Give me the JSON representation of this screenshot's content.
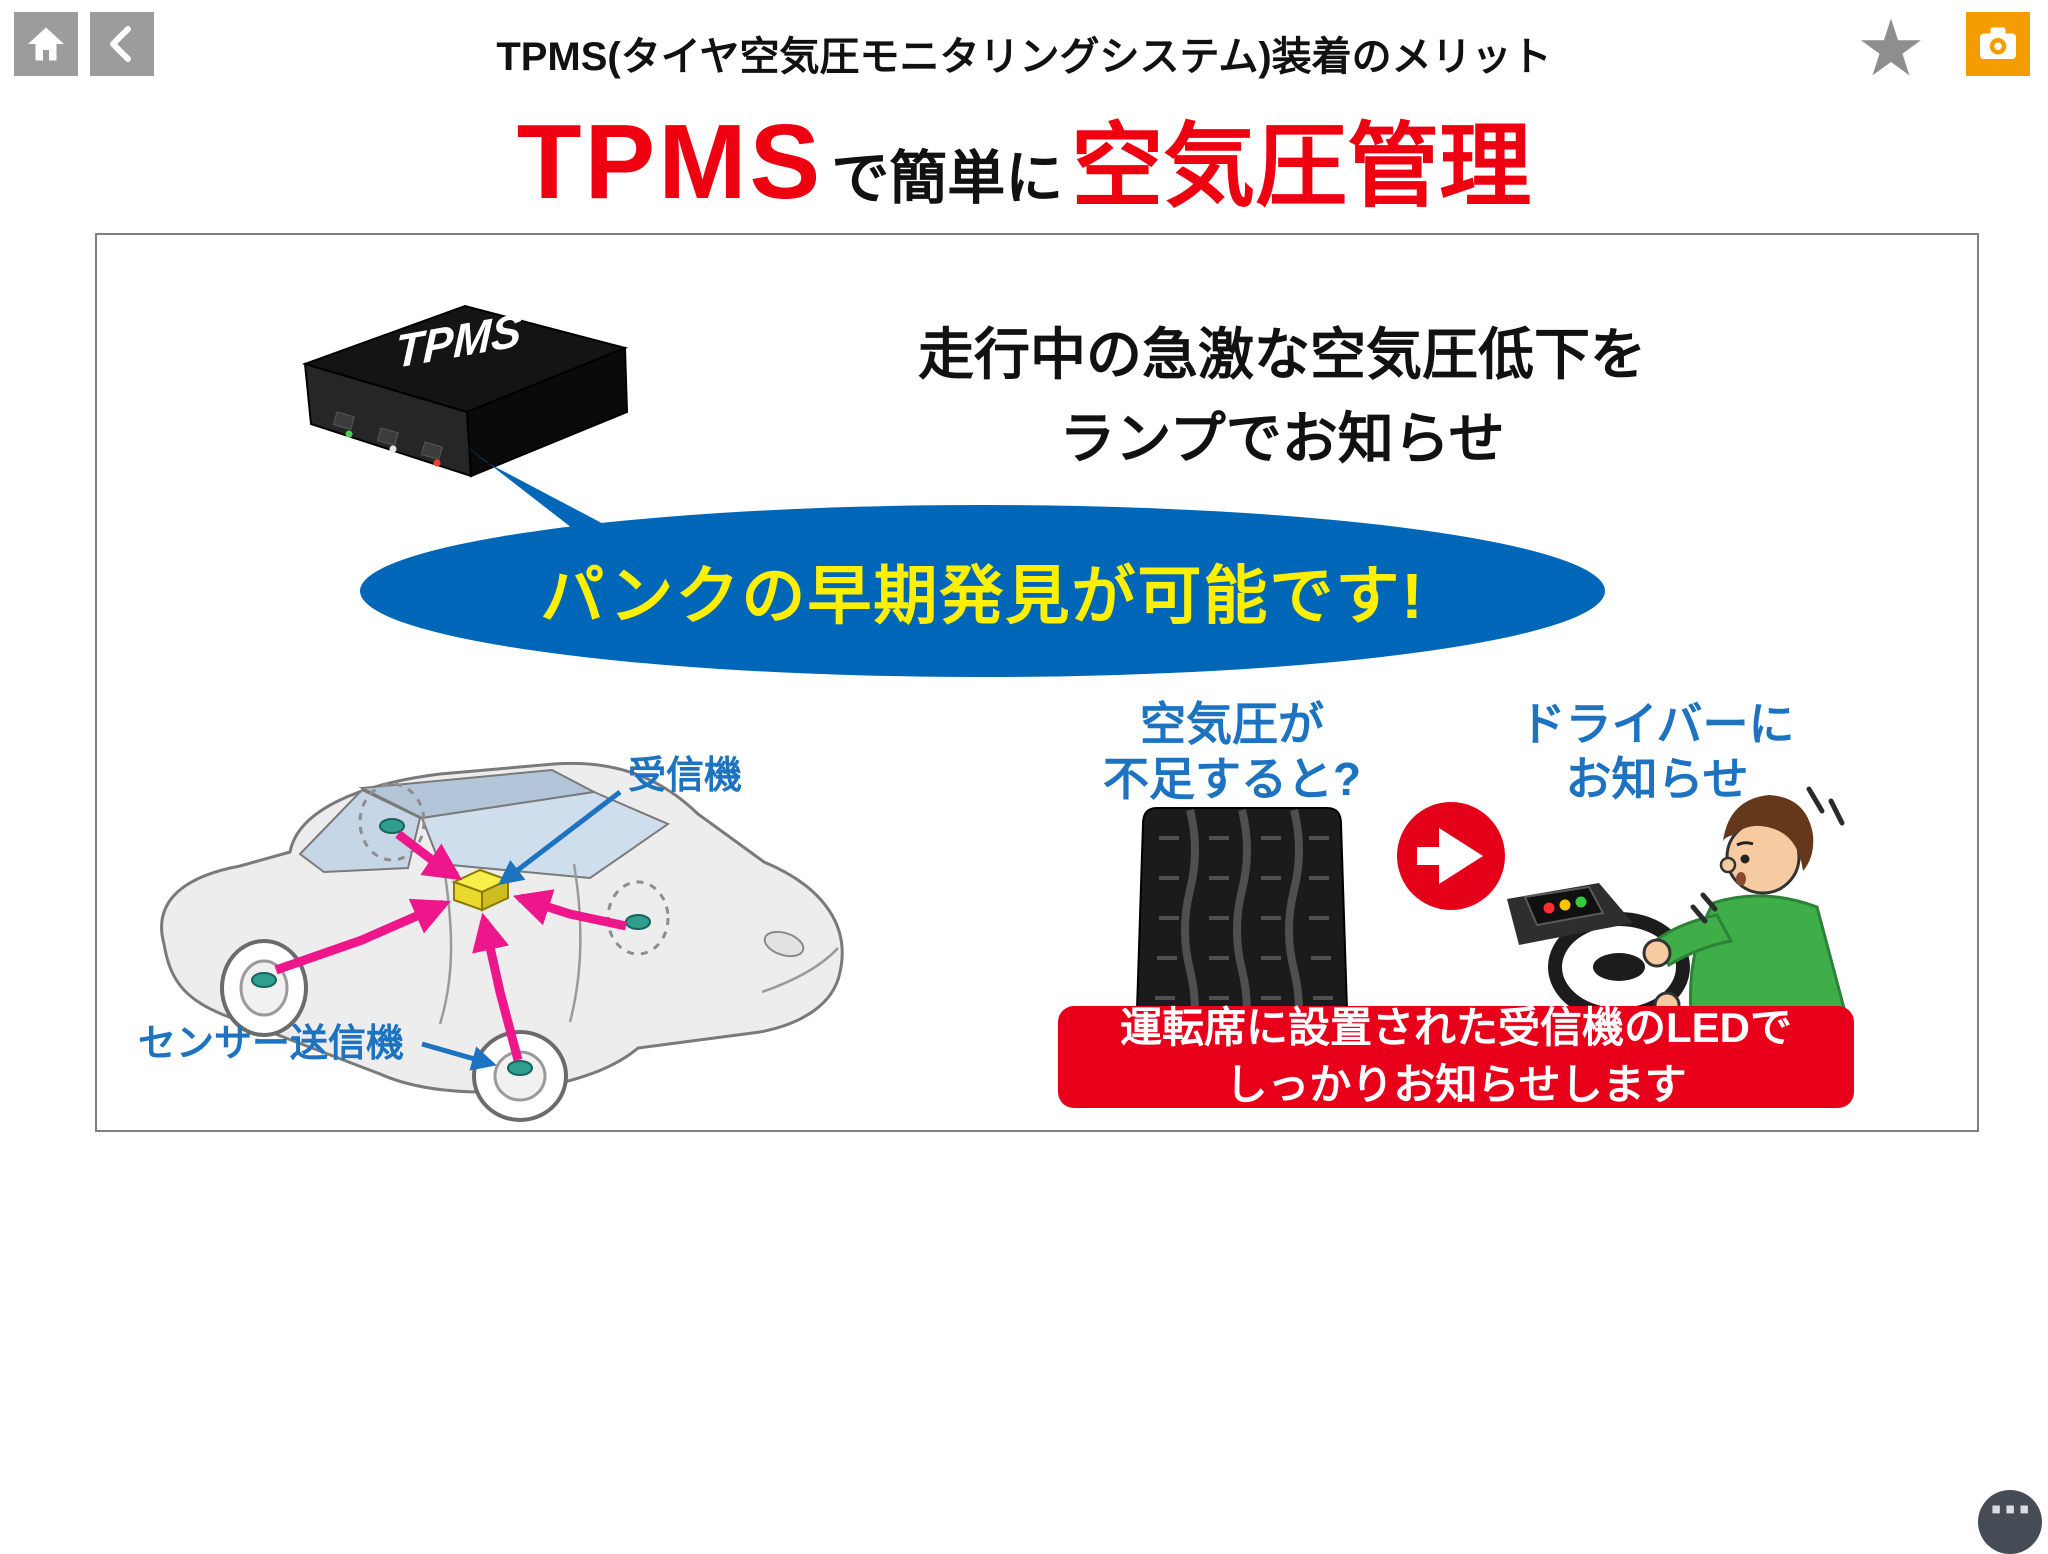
{
  "topbar": {
    "title": "TPMS(タイヤ空気圧モニタリングシステム)装着のメリット"
  },
  "icons": {
    "star_glyph": "★",
    "menu_glyph": "⋯"
  },
  "heading": {
    "tpms": "TPMS",
    "middle": "で簡単に",
    "tail": "空気圧管理"
  },
  "device": {
    "logo": "TPMS"
  },
  "lead": {
    "line1": "走行中の急激な空気圧低下を",
    "line2": "ランプでお知らせ"
  },
  "bubble": {
    "text": "パンクの早期発見が可能です!"
  },
  "car": {
    "receiver_label": "受信機",
    "sensor_label": "センサー送信機"
  },
  "flow": {
    "low_pressure_line1": "空気圧が",
    "low_pressure_line2": "不足すると?",
    "driver_line1": "ドライバーに",
    "driver_line2": "お知らせ"
  },
  "footer_note": {
    "line1": "運転席に設置された受信機のLEDで",
    "line2": "しっかりお知らせします"
  },
  "colors": {
    "accent_red": "#ee0011",
    "note_red": "#e8001a",
    "bubble_blue": "#0067b8",
    "label_blue": "#1d73c0",
    "highlight_yellow": "#ffef00",
    "camera_orange": "#f59c00",
    "arrow_pink": "#ee168b"
  }
}
